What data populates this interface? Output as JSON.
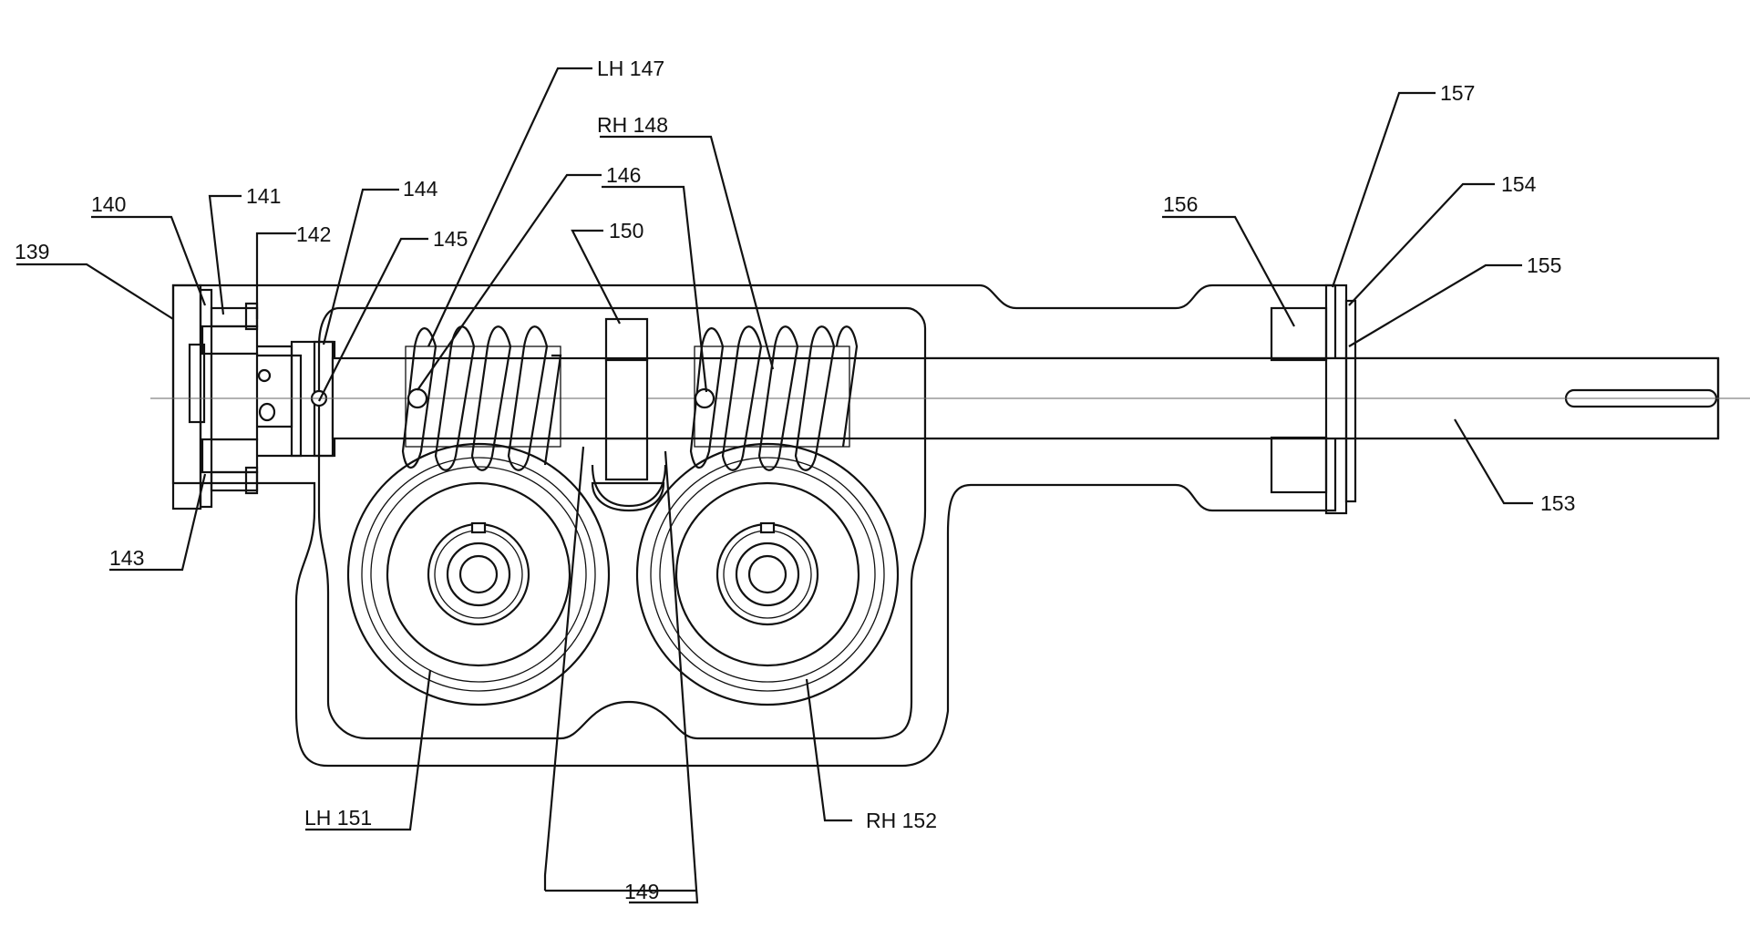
{
  "labels": {
    "l139": "139",
    "l140": "140",
    "l141": "141",
    "l142": "142",
    "l143": "143",
    "l144": "144",
    "l145": "145",
    "l146": "146",
    "l147": "LH 147",
    "l148": "RH 148",
    "l149": "149",
    "l150": "150",
    "l151": "LH 151",
    "l152": "RH 152",
    "l153": "153",
    "l154": "154",
    "l155": "155",
    "l156": "156",
    "l157": "157"
  },
  "colors": {
    "line": "#111111",
    "hatch": "#555555",
    "background": "#ffffff"
  }
}
